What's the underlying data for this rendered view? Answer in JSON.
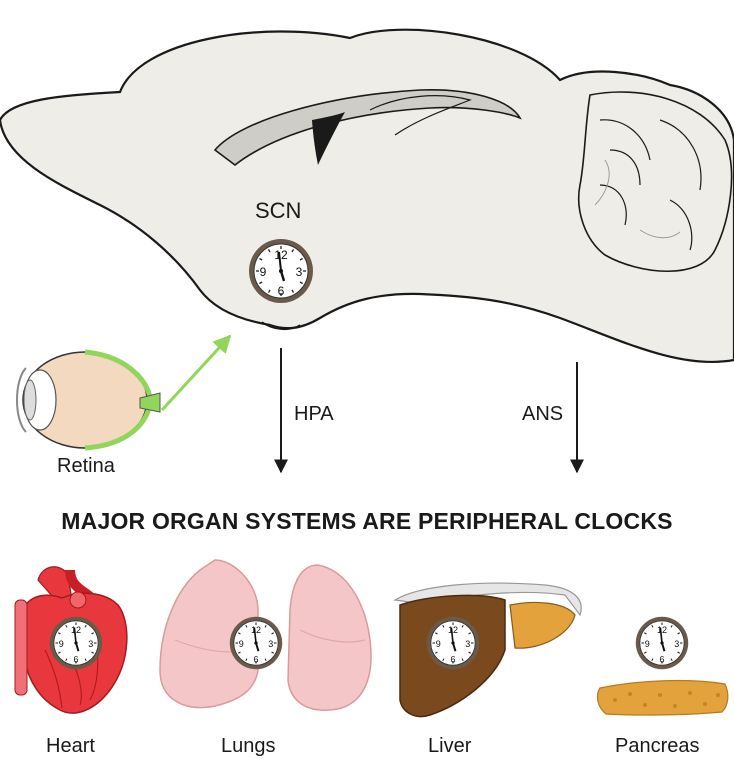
{
  "labels": {
    "scn": "SCN",
    "hpa": "HPA",
    "ans": "ANS",
    "retina": "Retina",
    "headline": "MAJOR ORGAN SYSTEMS ARE PERIPHERAL CLOCKS",
    "heart": "Heart",
    "lungs": "Lungs",
    "liver": "Liver",
    "pancreas": "Pancreas"
  },
  "clock_numerals": {
    "n12": "12",
    "n3": "3",
    "n6": "6",
    "n9": "9"
  },
  "colors": {
    "brain_fill": "#efede8",
    "outline": "#1a1a1a",
    "light_arrow": "#8fd65a",
    "heart": "#e8383d",
    "lungs": "#f5c6c8",
    "liver": "#7a4a1e",
    "pancreas": "#e3a23b",
    "clock_rim": "#6b5a4a"
  }
}
